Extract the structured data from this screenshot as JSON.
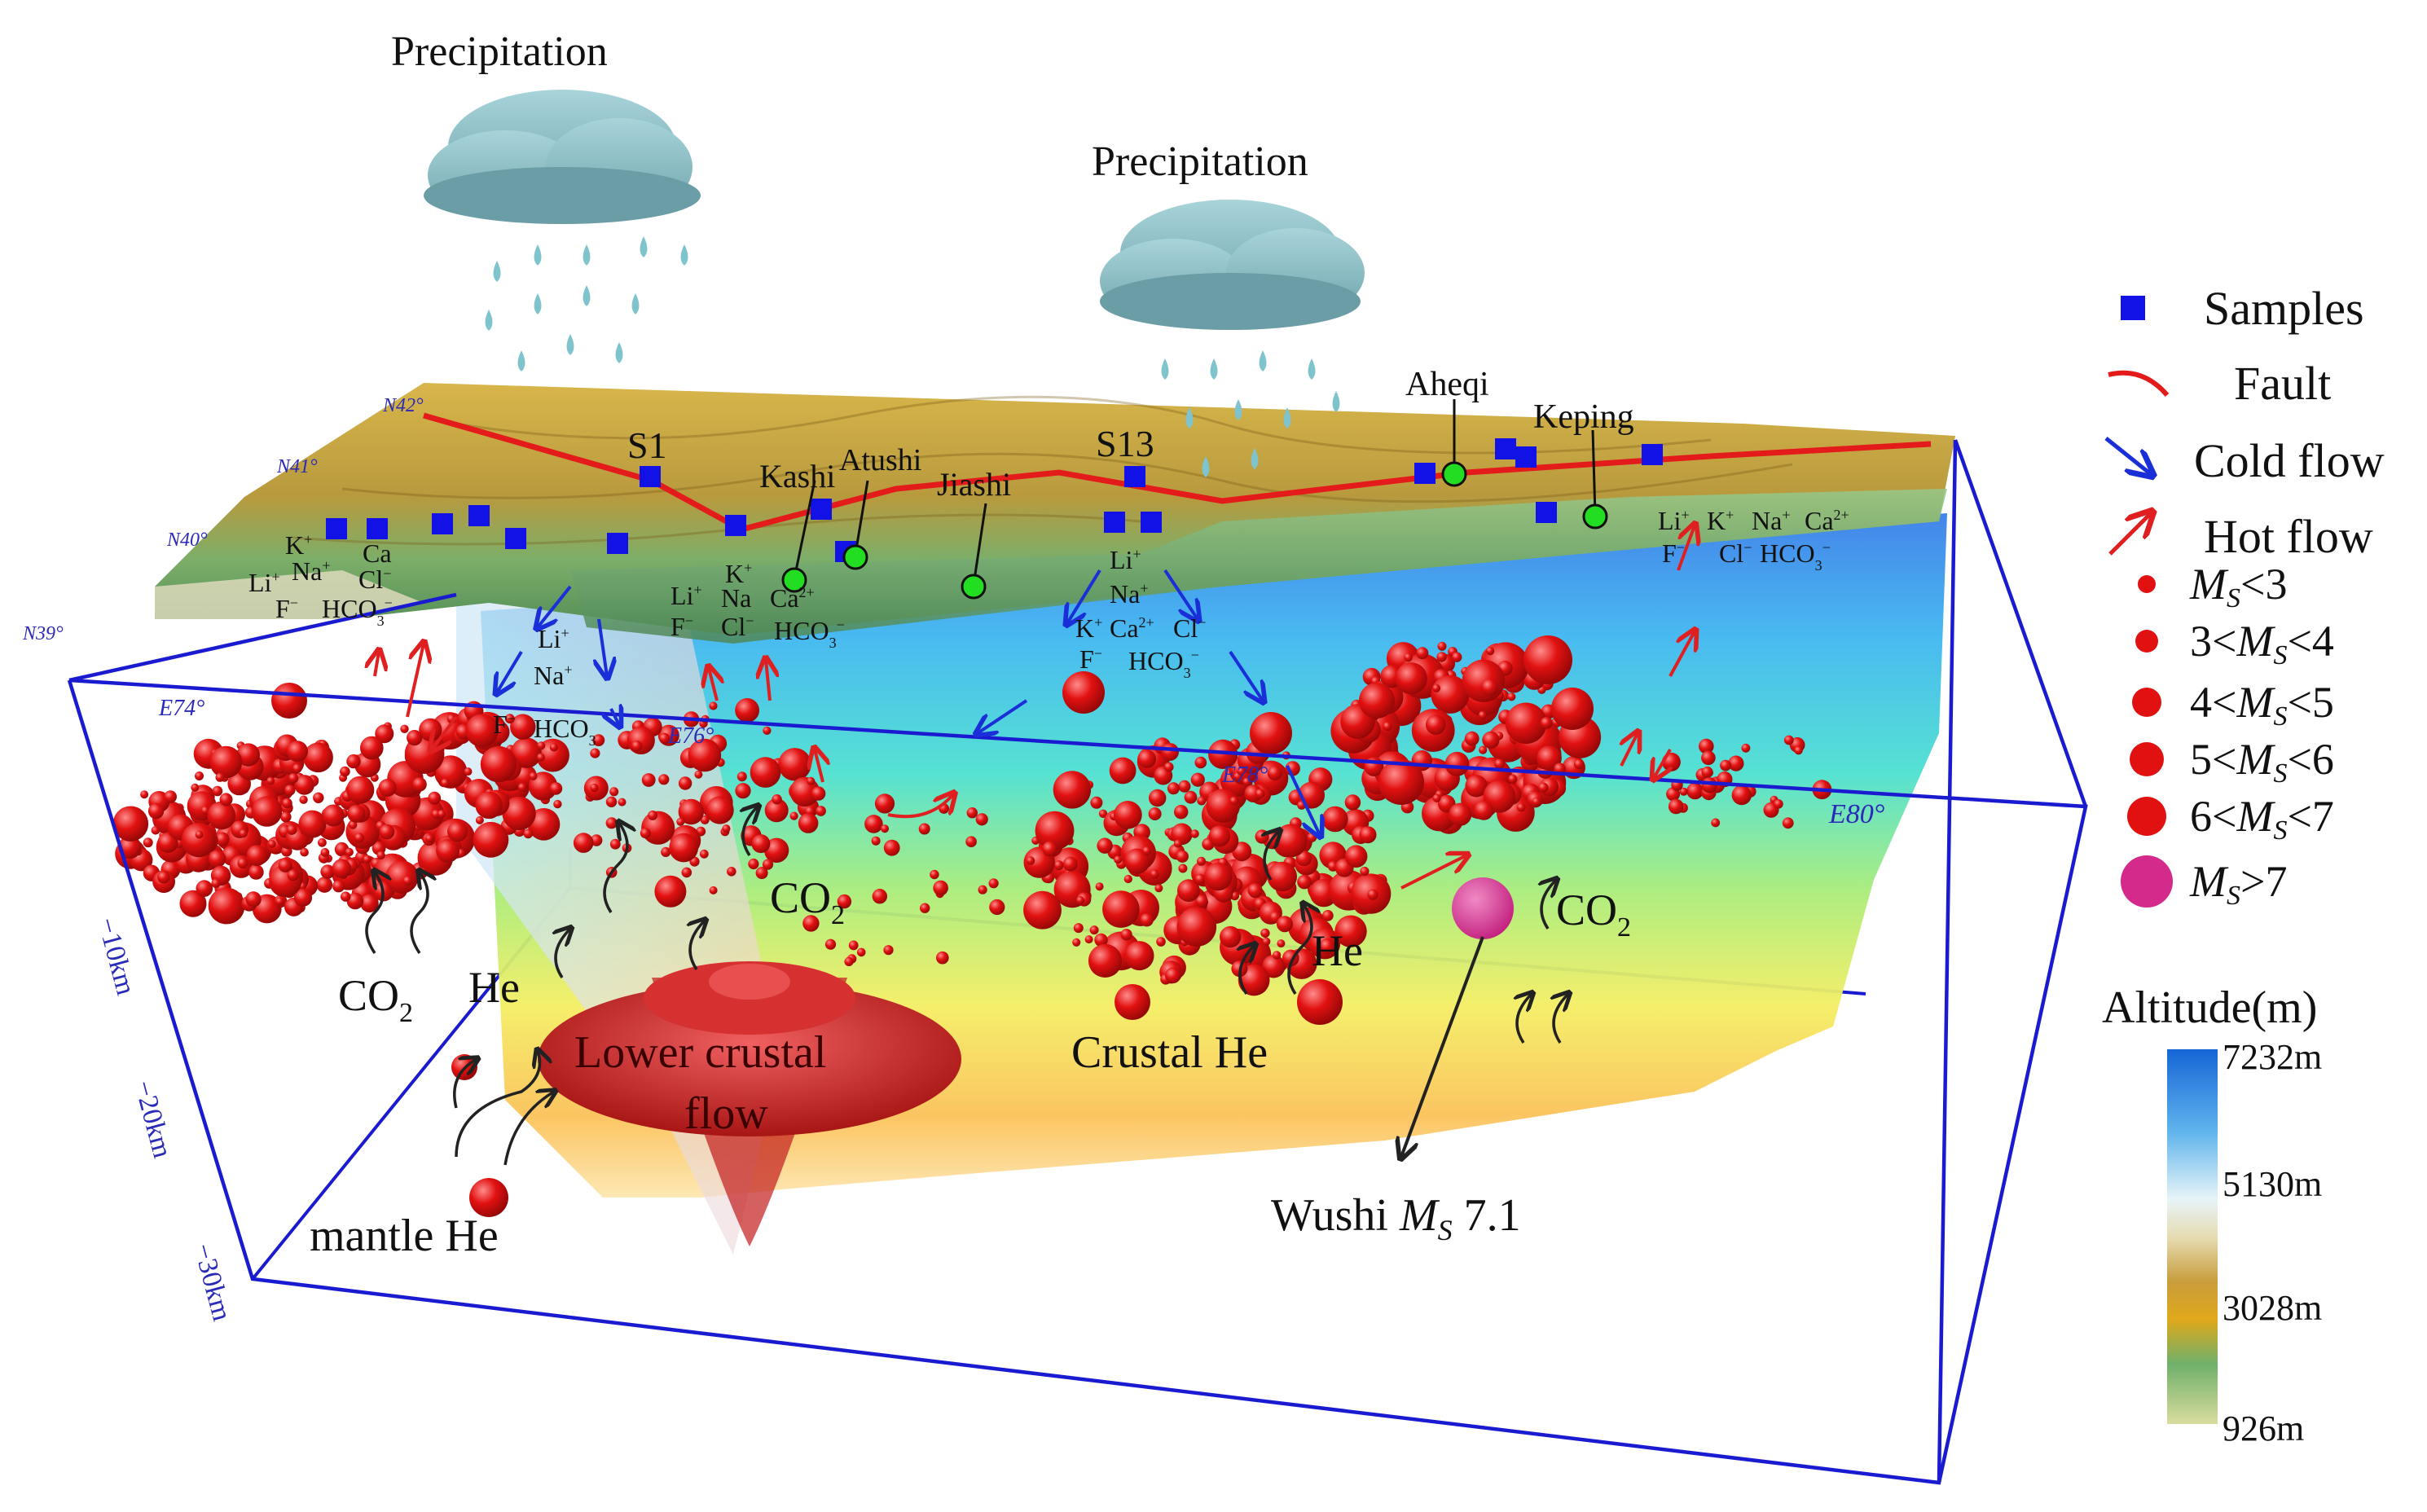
{
  "precipitation_labels": [
    "Precipitation",
    "Precipitation"
  ],
  "samples": [
    {
      "id": "S1",
      "label": "S1"
    },
    {
      "id": "S13",
      "label": "S13"
    }
  ],
  "sites": [
    {
      "id": "kashi",
      "label": "Kashi"
    },
    {
      "id": "atushi",
      "label": "Atushi"
    },
    {
      "id": "jiashi",
      "label": "Jiashi"
    },
    {
      "id": "aheqi",
      "label": "Aheqi"
    },
    {
      "id": "keping",
      "label": "Keping"
    }
  ],
  "axis_labels": {
    "lat": [
      "N42°",
      "N41°",
      "N40°",
      "N39°"
    ],
    "lon": [
      "E74°",
      "E76°",
      "E78°",
      "E80°"
    ],
    "depth": [
      "−10km",
      "−20km",
      "−30km"
    ]
  },
  "annotations": {
    "co2_left": "CO",
    "co2_mid": "CO",
    "co2_right": "CO",
    "co2_sub": "2",
    "he_left": "He",
    "he_right": "He",
    "crustal_he": "Crustal He",
    "lower_crustal_1": "Lower crustal",
    "lower_crustal_2": "flow",
    "mantle_he": "mantle He",
    "wushi_prefix": "Wushi ",
    "wushi_m": "M",
    "wushi_s": "S",
    "wushi_value": " 7.1"
  },
  "ions": {
    "k": "K",
    "na": "Na",
    "ca": "Ca",
    "li": "Li",
    "f": "F",
    "cl": "Cl",
    "hco3": "HCO",
    "sub3": "3",
    "sup_plus": "+",
    "sup_minus": "−",
    "sup_2plus": "2+"
  },
  "legend": {
    "samples": "Samples",
    "fault": "Fault",
    "cold_flow": "Cold flow",
    "hot_flow": "Hot flow",
    "magnitudes": [
      {
        "pre": "",
        "post": "<3"
      },
      {
        "pre": "3<",
        "post": "<4"
      },
      {
        "pre": "4<",
        "post": "<5"
      },
      {
        "pre": "5<",
        "post": "<6"
      },
      {
        "pre": "6<",
        "post": "<7"
      },
      {
        "pre": "",
        "post": ">7"
      }
    ],
    "ms_m": "M",
    "ms_s": "S",
    "altitude_title": "Altitude(m)",
    "altitude_ticks": [
      "7232m",
      "5130m",
      "3028m",
      "926m"
    ]
  },
  "colors": {
    "sample": "#1212e6",
    "fault": "#e41b1b",
    "cold_flow": "#1a2fd8",
    "hot_flow": "#e02020",
    "quake": "#e21111",
    "major_quake": "#d42a8c",
    "box": "#1a1ad0",
    "site": "#22dd22"
  }
}
